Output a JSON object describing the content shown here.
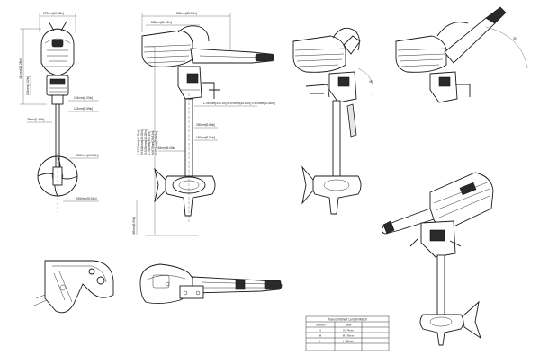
{
  "drawing": {
    "dims": {
      "front_width": "275mm[10.83in]",
      "front_height": "413mm[16.26in]",
      "front_mid": "102mm[4.02in]",
      "front_small": "36mm[1.42in]",
      "clamp_h1": "102mm[4.02in]",
      "clamp_h2": "142mm[5.59in]",
      "shaft_d1": "Ø260mm[10.24in]",
      "shaft_d2": "Ø150mm[5.91in]",
      "side_total": "895mm[35.24in]",
      "side_top": "286mm[11.26in]",
      "side_long1": "L:1222mm[48.11in]",
      "side_long2": "M:1118mm[44.02in]",
      "side_long3": "S:1016mm[40.00in]",
      "side_long4": "L:780mm[30.71in]",
      "side_long5": "M:676mm[26.61in]",
      "side_long6": "S:574mm[22.60in]",
      "side_mid": "250mm[9.84in]",
      "side_clamp": "150mm[5.91in]",
      "side_prop": "154mm[6.06in]",
      "side_bottom": "165mm[6.50in]",
      "side_shaft": "L:780mm[30.71in] M:676mm[26.61in] S:574mm[22.60in]",
      "angle1": "45°",
      "angle2": "30°"
    },
    "table": {
      "title": "Transom/Shaft Length Match",
      "headers": [
        "Transom",
        "Shaft"
      ],
      "rows": [
        [
          "S",
          "S:574mm"
        ],
        [
          "M",
          "M:676mm"
        ],
        [
          "L",
          "L:780mm"
        ],
        [
          "",
          ""
        ]
      ]
    }
  }
}
